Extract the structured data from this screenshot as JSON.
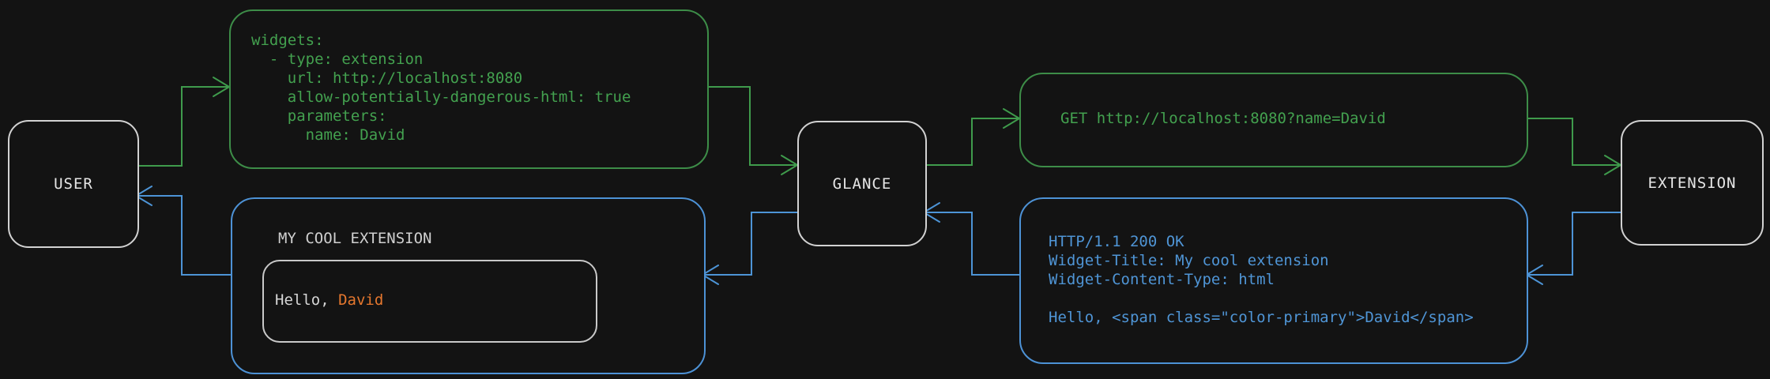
{
  "diagram": {
    "nodes": {
      "user": {
        "label": "USER"
      },
      "glance": {
        "label": "GLANCE"
      },
      "extension": {
        "label": "EXTENSION"
      }
    },
    "config_box": {
      "text": "widgets:\n  - type: extension\n    url: http://localhost:8080\n    allow-potentially-dangerous-html: true\n    parameters:\n      name: David"
    },
    "request_box": {
      "text": "GET http://localhost:8080?name=David"
    },
    "response_box": {
      "text": "HTTP/1.1 200 OK\nWidget-Title: My cool extension\nWidget-Content-Type: html\n\nHello, <span class=\"color-primary\">David</span>"
    },
    "widget_box": {
      "title": "MY COOL EXTENSION",
      "greeting_prefix": "Hello, ",
      "greeting_name": "David"
    }
  },
  "colors": {
    "background": "#131313",
    "green": "#3f9b4c",
    "blue": "#4d94d6",
    "orange": "#e5772e",
    "node_border": "#d2d2d2",
    "text_light": "#d6d6d6"
  }
}
